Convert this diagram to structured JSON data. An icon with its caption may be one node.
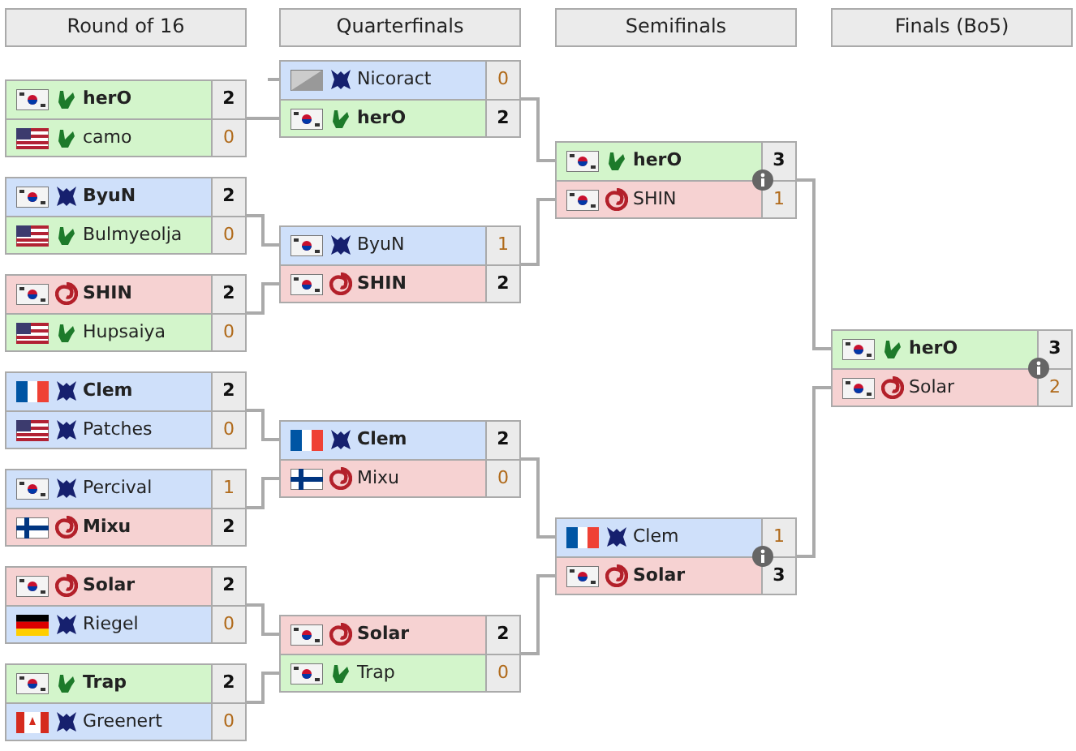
{
  "diagram": {
    "nodes": [
      {
        "text": [
          "Round of 16"
        ]
      },
      {
        "text": [
          "Quarterfinals"
        ]
      },
      {
        "text": [
          "Semifinals"
        ]
      },
      {
        "text": [
          "Finals (Bo5)"
        ]
      },
      {
        "text": [
          "herO",
          "2",
          "camo",
          "0"
        ]
      },
      {
        "text": [
          "ByuN",
          "2",
          "Bulmyeolja",
          "0"
        ]
      },
      {
        "text": [
          "SHIN",
          "2",
          "Hupsaiya",
          "0"
        ]
      },
      {
        "text": [
          "Clem",
          "2",
          "Patches",
          "0"
        ]
      },
      {
        "text": [
          "Percival",
          "1",
          "Mixu",
          "2"
        ]
      },
      {
        "text": [
          "Solar",
          "2",
          "Riegel",
          "0"
        ]
      },
      {
        "text": [
          "Trap",
          "2",
          "Greenert",
          "0"
        ]
      },
      {
        "text": [
          "Nicoract",
          "0",
          "herO",
          "2"
        ]
      },
      {
        "text": [
          "ByuN",
          "1",
          "SHIN",
          "2"
        ]
      },
      {
        "text": [
          "Clem",
          "2",
          "Mixu",
          "0"
        ]
      },
      {
        "text": [
          "Solar",
          "2",
          "Trap",
          "0"
        ]
      },
      {
        "text": [
          "herO",
          "3",
          "SHIN",
          "1"
        ]
      },
      {
        "text": [
          "Clem",
          "1",
          "Solar",
          "3"
        ]
      },
      {
        "text": [
          "herO",
          "3",
          "Solar",
          "2"
        ]
      }
    ],
    "edges": [
      {
        "from": null,
        "to": 11,
        "arrow": "none"
      },
      {
        "from": 4,
        "to": 11,
        "arrow": "none"
      },
      {
        "from": 5,
        "to": 12,
        "arrow": "none"
      },
      {
        "from": 6,
        "to": 12,
        "arrow": "none"
      },
      {
        "from": 7,
        "to": 13,
        "arrow": "none"
      },
      {
        "from": 8,
        "to": 13,
        "arrow": "none"
      },
      {
        "from": 9,
        "to": 14,
        "arrow": "none"
      },
      {
        "from": 10,
        "to": 14,
        "arrow": "none"
      },
      {
        "from": 11,
        "to": 15,
        "arrow": "none"
      },
      {
        "from": 12,
        "to": 15,
        "arrow": "none"
      },
      {
        "from": 13,
        "to": 16,
        "arrow": "none"
      },
      {
        "from": 14,
        "to": 16,
        "arrow": "none"
      },
      {
        "from": 15,
        "to": 17,
        "arrow": "none"
      },
      {
        "from": 16,
        "to": 17,
        "arrow": "none"
      }
    ]
  }
}
